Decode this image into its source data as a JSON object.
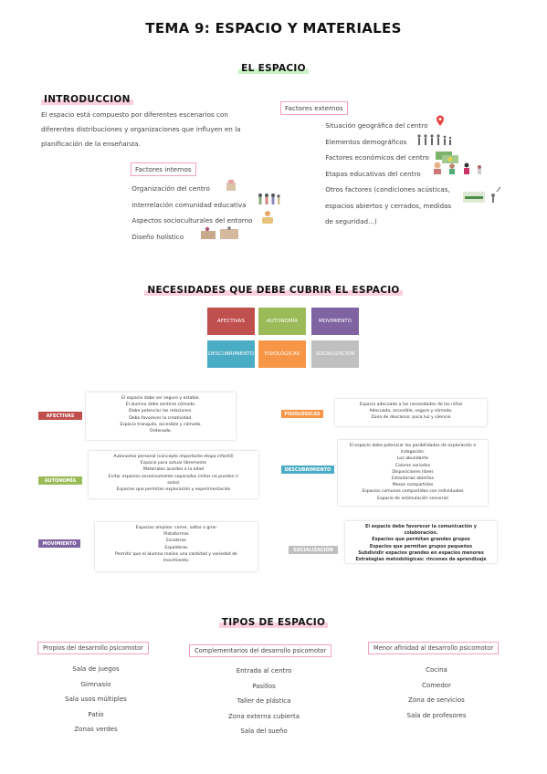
{
  "title": "TEMA 9: ESPACIO Y MATERIALES",
  "subtitle": "EL ESPACIO",
  "intro": {
    "heading": "INTRODUCCION",
    "text": "El espacio está compuesto por diferentes escenarios con diferentes distribuciones y organizaciones que influyen en la planificación de la enseñanza."
  },
  "internal": {
    "label": "Factores internos",
    "items": [
      "Organización del centro",
      "Interrelación comunidad educativa",
      "Aspectos socioculturales del entorno",
      "Diseño holístico"
    ]
  },
  "external": {
    "label": "Factores externos",
    "items": [
      "Situación geográfica del centro",
      "Elementos demográficos",
      "Factores económicos del centro",
      "Etapas educativas del centro",
      "Otros factores (condiciones acústicas,",
      "espacios abiertos y cerrados, medidas",
      "de seguridad...)"
    ]
  },
  "needs": {
    "heading": "NECESIDADES QUE DEBE CUBRIR EL ESPACIO",
    "tiles": [
      "AFECTIVAS",
      "AUTONOMÍA",
      "MOVIMIENTO",
      "DESCUBRIMIENTO",
      "FISIOLÓGICAS",
      "SOCIALIZACIÓN"
    ],
    "colors": {
      "afectivas": "#c0504d",
      "autonomia": "#9bbb59",
      "movimiento": "#8064a2",
      "descubrimiento": "#4bacc6",
      "fisiologicas": "#f79646",
      "socializacion": "#c0c0c0"
    },
    "afectivas": [
      "El espacio debe ser seguro y estable.",
      "El alumno debe sentirse cómodo.",
      "Debe potenciar las relaciones.",
      "Debe favorecer la creatividad.",
      "Espacio tranquilo, accesible y cómodo.",
      "Ordenado."
    ],
    "autonomia": [
      "Autonomía personal (concepto importante etapa infantil)",
      "Espacio para actuar libremente",
      "Materiales acordes a la edad",
      "Evitar espacios excesivamente separados (niños no pueden ir",
      "solos)",
      "Espacios que permitan exploración y experimentación"
    ],
    "movimiento": [
      "Espacios amplios: correr, saltar o girar",
      "Plataformas",
      "Escaleras",
      "Espalderas",
      "Permitir que el alumno realice una cantidad y variedad de",
      "movimiento."
    ],
    "fisiologicas": [
      "Espacio adecuado a las necesidades de los niños",
      "Adecuado, accesible, seguro y cómodo.",
      "Zona de descanso: poca luz y silencio"
    ],
    "descubrimiento": [
      "El espacio debe potenciar las posibilidades de exploración e",
      "indagación.",
      "Luz abundante",
      "Colores variados",
      "Disposiciones libres",
      "Estanterías abiertas",
      "Mesas compartidas",
      "Espacios comunes compartidos con individuales",
      "Espacio de estimulación sensorial"
    ],
    "socializacion": [
      "El espacio debe favorecer la comunicación y colaboración.",
      "Espacios que permitan grandes grupos",
      "Espacios que permitan grupos pequeños",
      "Subdividir espacios grandes en espacios menores",
      "Estrategias metodológicas: rincones de aprendizaje"
    ]
  },
  "types": {
    "heading": "TIPOS DE ESPACIO",
    "col1": {
      "label": "Propios del desarrollo psicomotor",
      "items": [
        "Sala de juegos",
        "Gimnasio",
        "Sala usos múltiples",
        "Patio",
        "Zonas verdes"
      ]
    },
    "col2": {
      "label": "Complementarios del desarrollo psicomotor",
      "items": [
        "Entrada al centro",
        "Pasillos",
        "Taller de plástica",
        "Zona externa cubierta",
        "Sala del sueño"
      ]
    },
    "col3": {
      "label": "Menor afinidad al desarrollo psicomotor",
      "items": [
        "Cocina",
        "Comedor",
        "Zona de servicios",
        "Sala de profesores"
      ]
    }
  }
}
